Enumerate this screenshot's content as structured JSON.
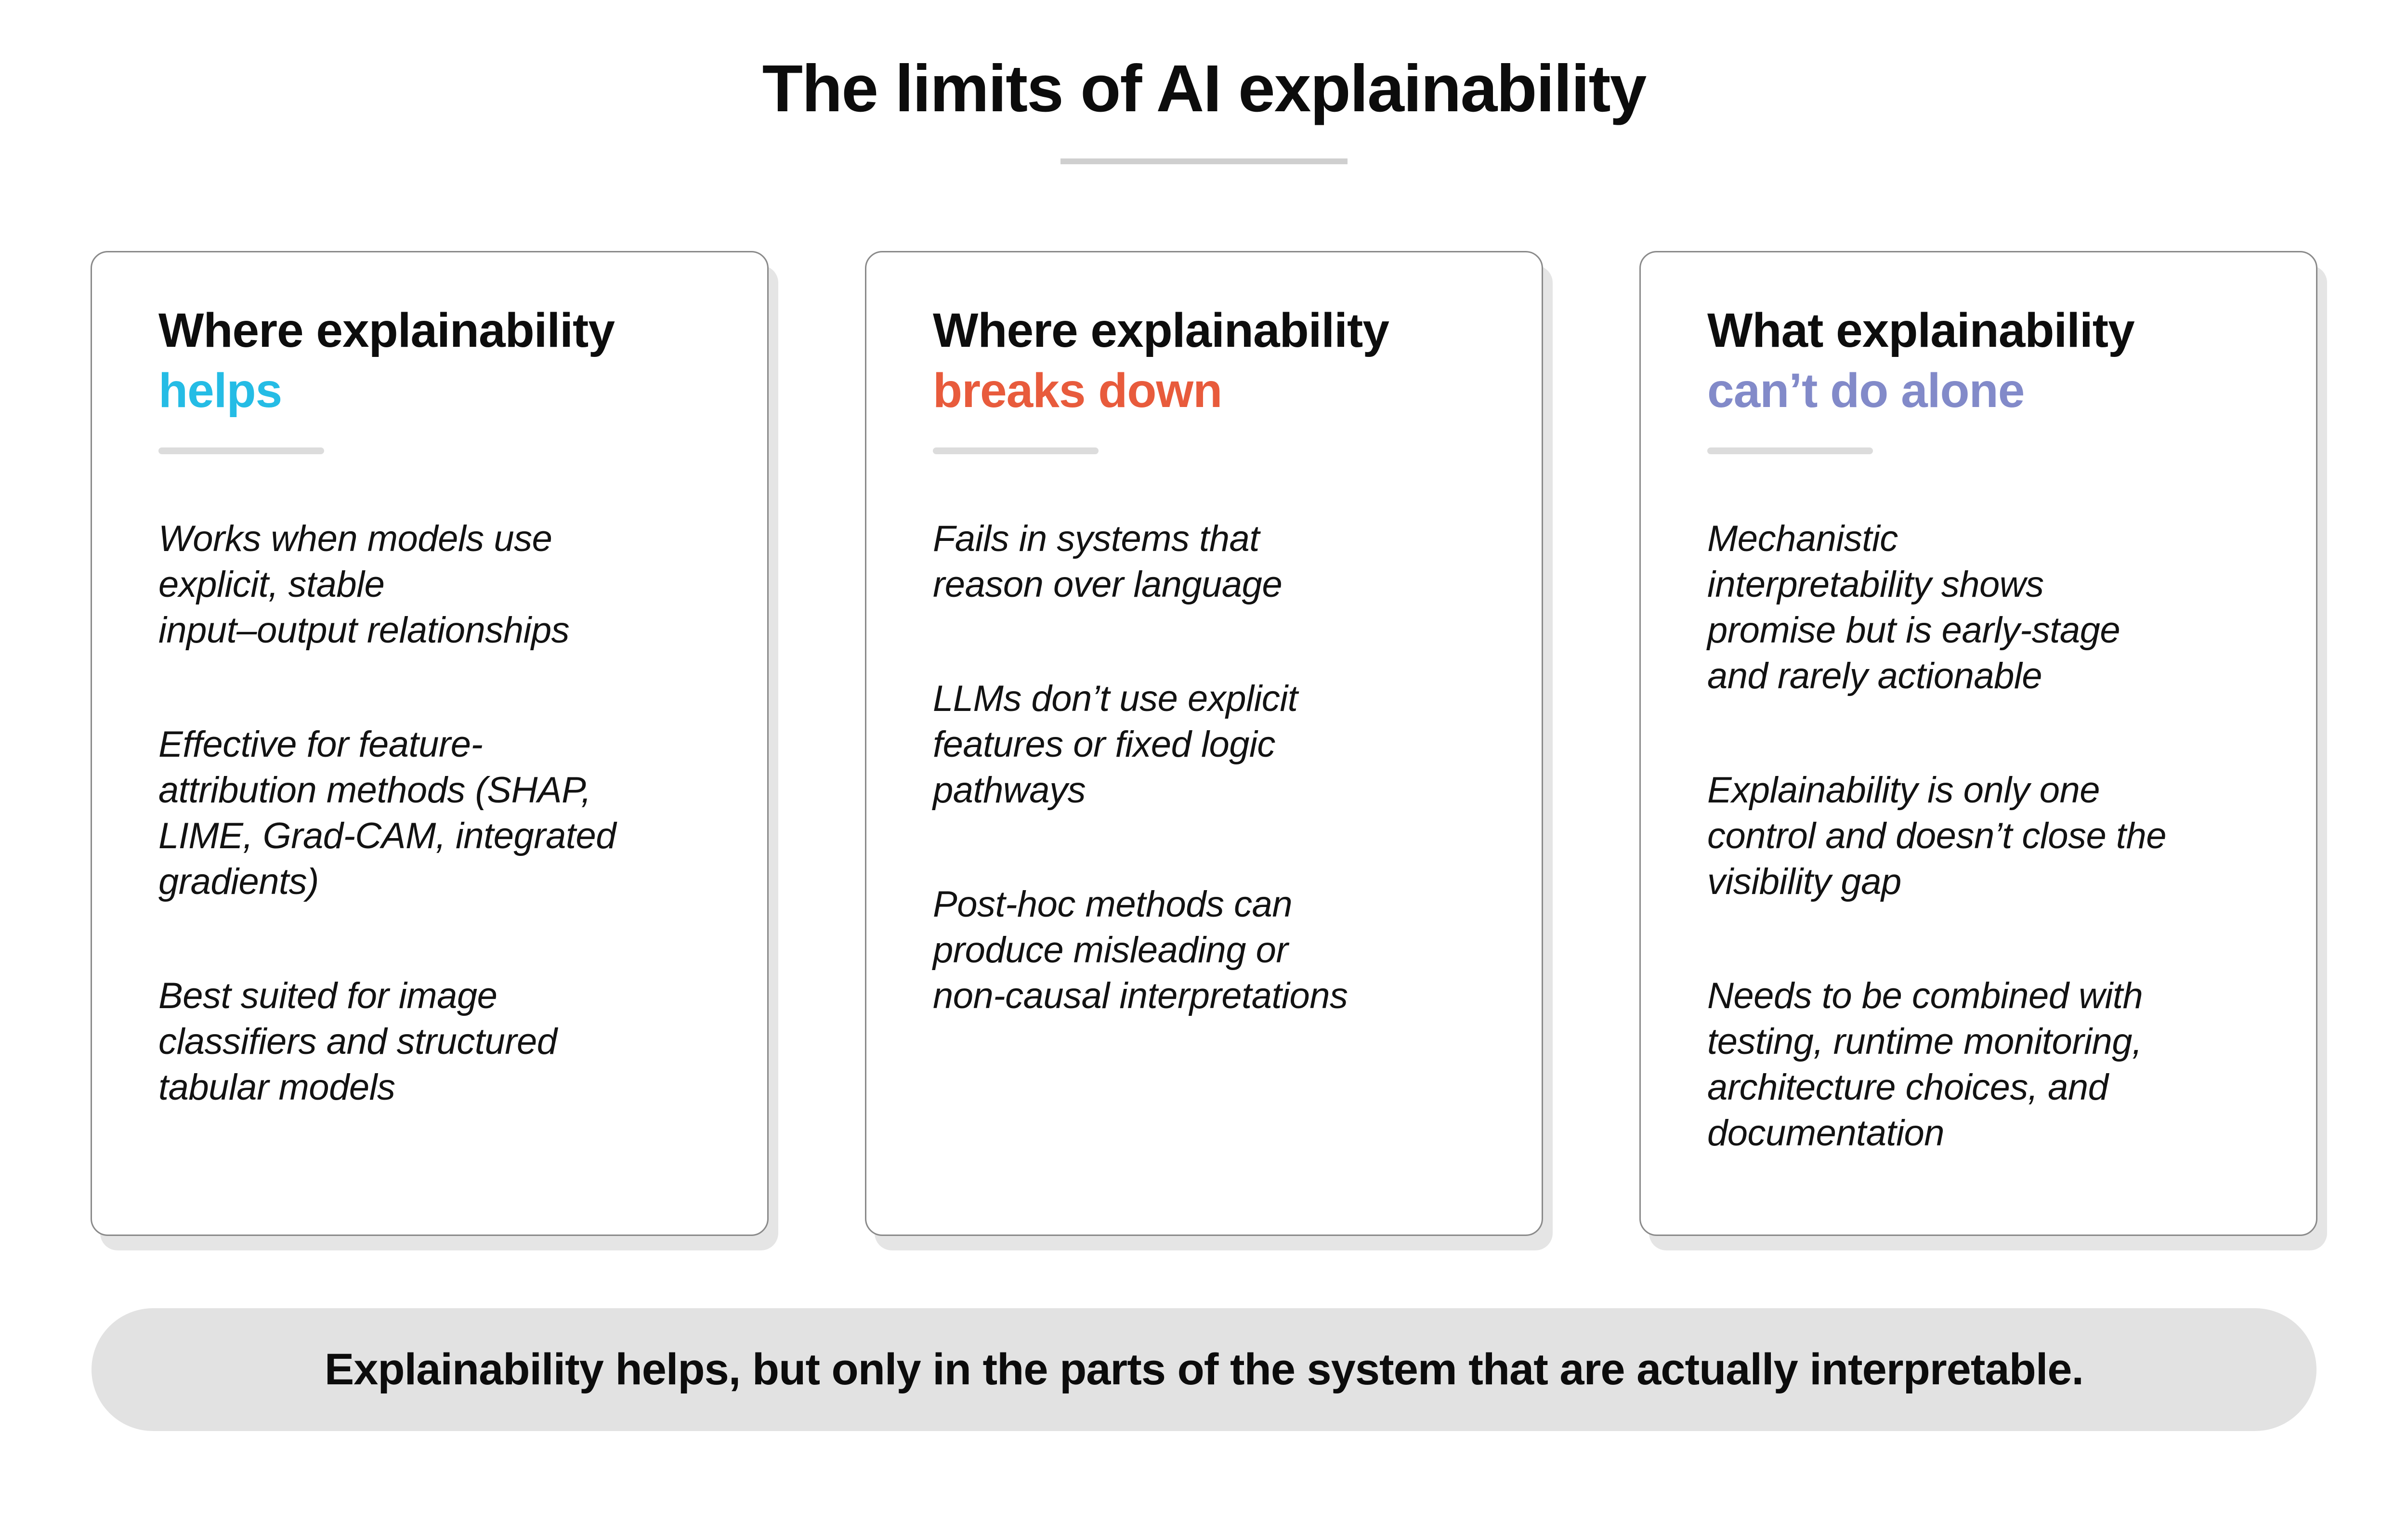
{
  "title": "The limits of AI explainability",
  "cards": [
    {
      "heading": "Where explainability",
      "accent": "helps",
      "accent_color": "#25BCE5",
      "items": [
        "Works when models use\nexplicit, stable\ninput–output relationships",
        "Effective for feature-\nattribution methods (SHAP,\nLIME, Grad-CAM, integrated\ngradients)",
        "Best suited for image\nclassifiers and structured\ntabular models"
      ]
    },
    {
      "heading": "Where explainability",
      "accent": "breaks down",
      "accent_color": "#E85B3C",
      "items": [
        "Fails in systems that\nreason over language",
        "LLMs don’t use explicit\nfeatures or fixed logic\npathways",
        "Post-hoc methods can\nproduce misleading or\nnon-causal interpretations"
      ]
    },
    {
      "heading": "What explainability",
      "accent": "can’t do alone",
      "accent_color": "#828AC9",
      "items": [
        "Mechanistic\ninterpretability shows\npromise but is early-stage\nand rarely actionable",
        "Explainability is only one\ncontrol and doesn’t close the\nvisibility gap",
        "Needs to be combined with\ntesting, runtime monitoring,\narchitecture choices, and\ndocumentation"
      ]
    }
  ],
  "footer": "Explainability helps, but only in the parts of the system that are actually interpretable.",
  "colors": {
    "accent_helps": "#25BCE5",
    "accent_breaks_down": "#E85B3C",
    "accent_cant_do_alone": "#828AC9",
    "title_rule": "#cfcfcf",
    "card_rule": "#dcdcdc",
    "pill_background": "#e2e2e2",
    "card_border": "#8a8a8a",
    "text": "#0c0c0c"
  }
}
